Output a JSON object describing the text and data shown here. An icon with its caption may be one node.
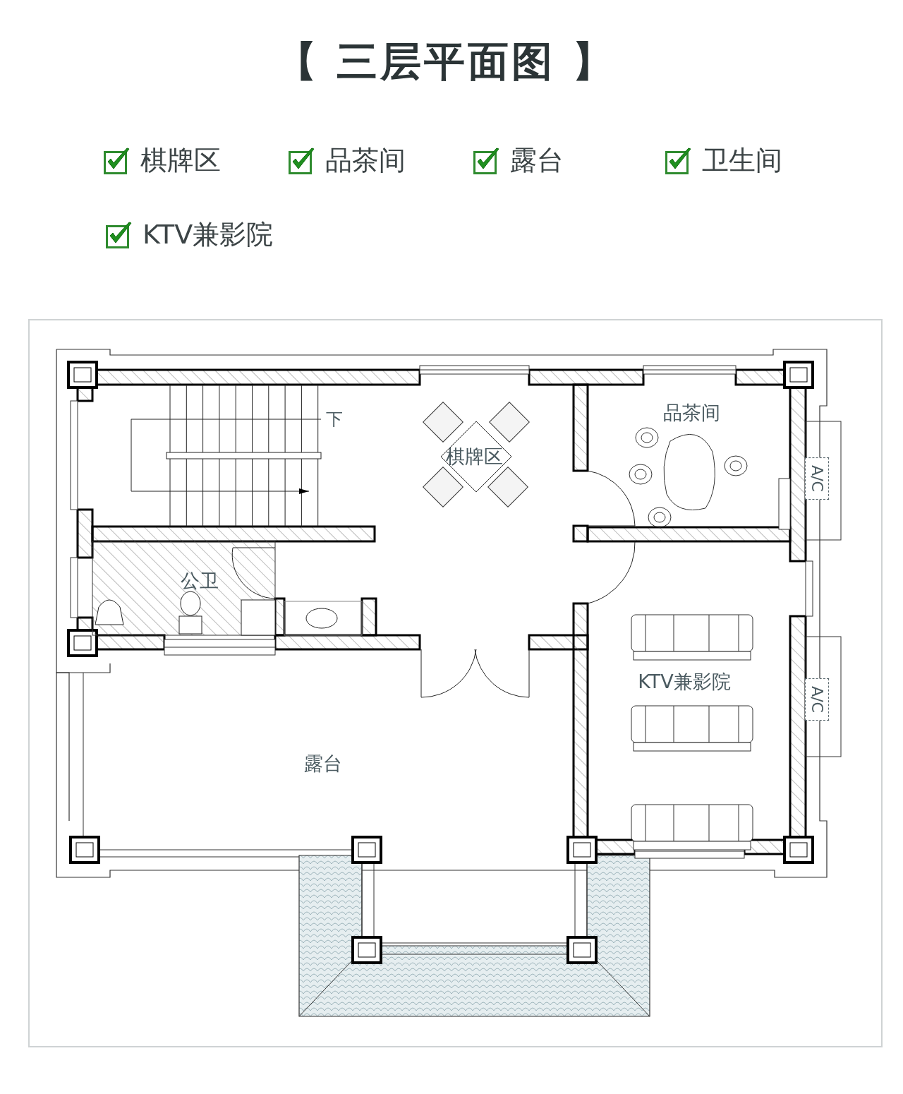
{
  "diagram": {
    "title": "【 三层平面图 】",
    "labels": [
      "棋牌区",
      "品茶间",
      "露台",
      "卫生间",
      "KTV兼影院",
      "下",
      "棋牌区",
      "品茶间",
      "A/C",
      "公卫",
      "KTV兼影院",
      "A/C",
      "露台"
    ]
  }
}
